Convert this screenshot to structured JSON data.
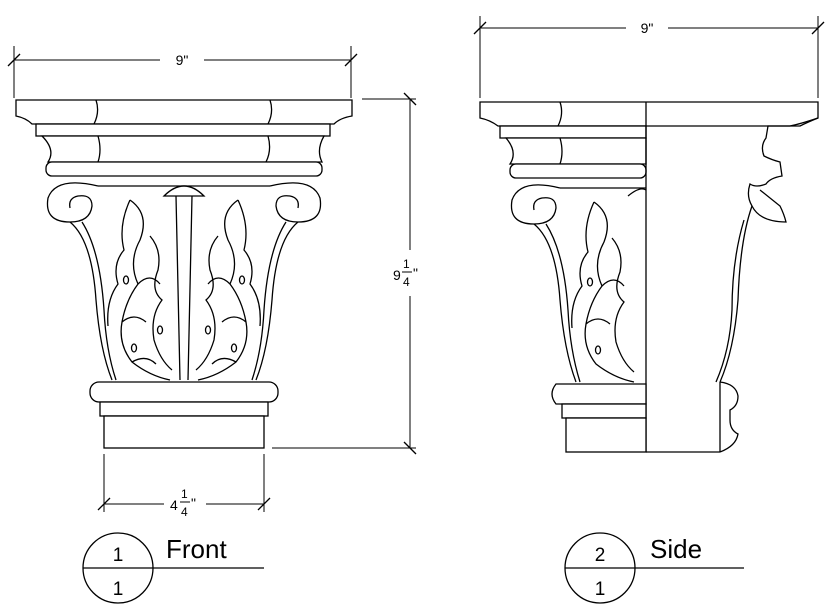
{
  "views": [
    {
      "key": "front",
      "title": "Front",
      "bubble_top": "1",
      "bubble_bottom": "1",
      "dim_top_width": "9\"",
      "dim_height_whole": "9",
      "dim_height_num": "1",
      "dim_height_den": "4",
      "dim_height_unit": "\"",
      "dim_base_whole": "4",
      "dim_base_num": "1",
      "dim_base_den": "4",
      "dim_base_unit": "\""
    },
    {
      "key": "side",
      "title": "Side",
      "bubble_top": "2",
      "bubble_bottom": "1",
      "dim_top_width": "9\""
    }
  ]
}
